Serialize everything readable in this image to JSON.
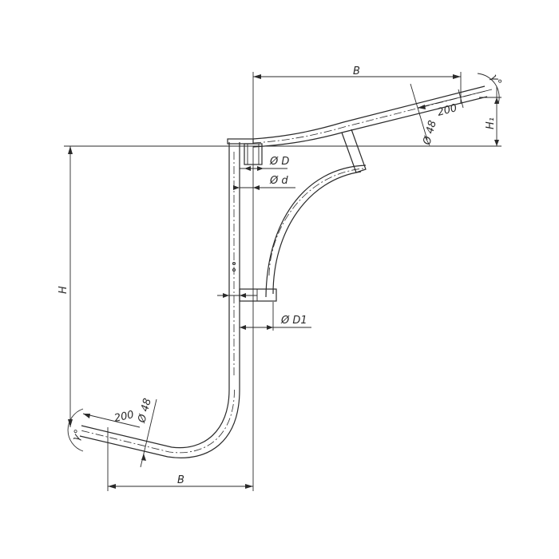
{
  "drawing": {
    "labels": {
      "width_top": "B",
      "width_bottom": "B",
      "height_main": "H",
      "height_offset": "H₁",
      "dia_D": "Ø D",
      "dia_d": "Ø d",
      "dia_D1": "Ø D1",
      "tube_top": "Ø 48",
      "tube_bottom": "Ø 48",
      "len_top": "200",
      "len_bottom": "200",
      "angle_top": "γ°",
      "angle_bottom": "γ°"
    }
  }
}
